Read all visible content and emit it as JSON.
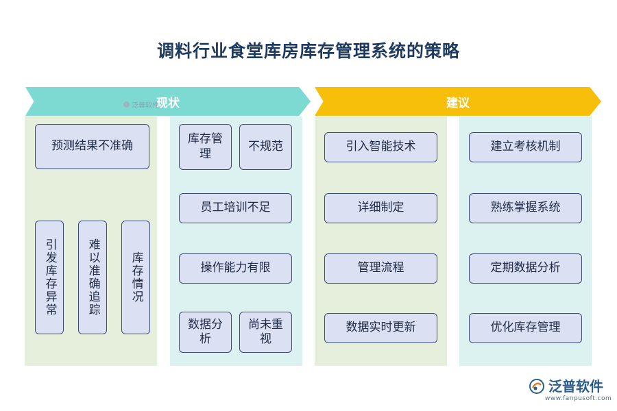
{
  "title": "调料行业食堂库房库存管理系统的策略",
  "banners": {
    "left": "现状",
    "right": "建议"
  },
  "watermark": "泛普软件",
  "current": {
    "col1": {
      "top": "预测结果不准确",
      "verticals": [
        "引发库存异常",
        "难以准确追踪",
        "库存情况"
      ]
    },
    "col2": {
      "row1": [
        "库存管理",
        "不规范"
      ],
      "row2": "员工培训不足",
      "row3": "操作能力有限",
      "row4": [
        "数据分析",
        "尚未重视"
      ]
    }
  },
  "suggestions": {
    "col3": [
      "引入智能技术",
      "详细制定",
      "管理流程",
      "数据实时更新"
    ],
    "col4": [
      "建立考核机制",
      "熟练掌握系统",
      "定期数据分析",
      "优化库存管理"
    ]
  },
  "logo": {
    "name": "泛普软件",
    "url": "www.fanpusoft.com"
  },
  "colors": {
    "banner_left": "#7ddad3",
    "banner_right": "#f7bf0a",
    "panel_green": "#e6efdc",
    "panel_cyan": "#dcf2f0",
    "box_fill": "#dbe1f3",
    "box_border": "#3a4a78",
    "title": "#1e3a5f"
  }
}
